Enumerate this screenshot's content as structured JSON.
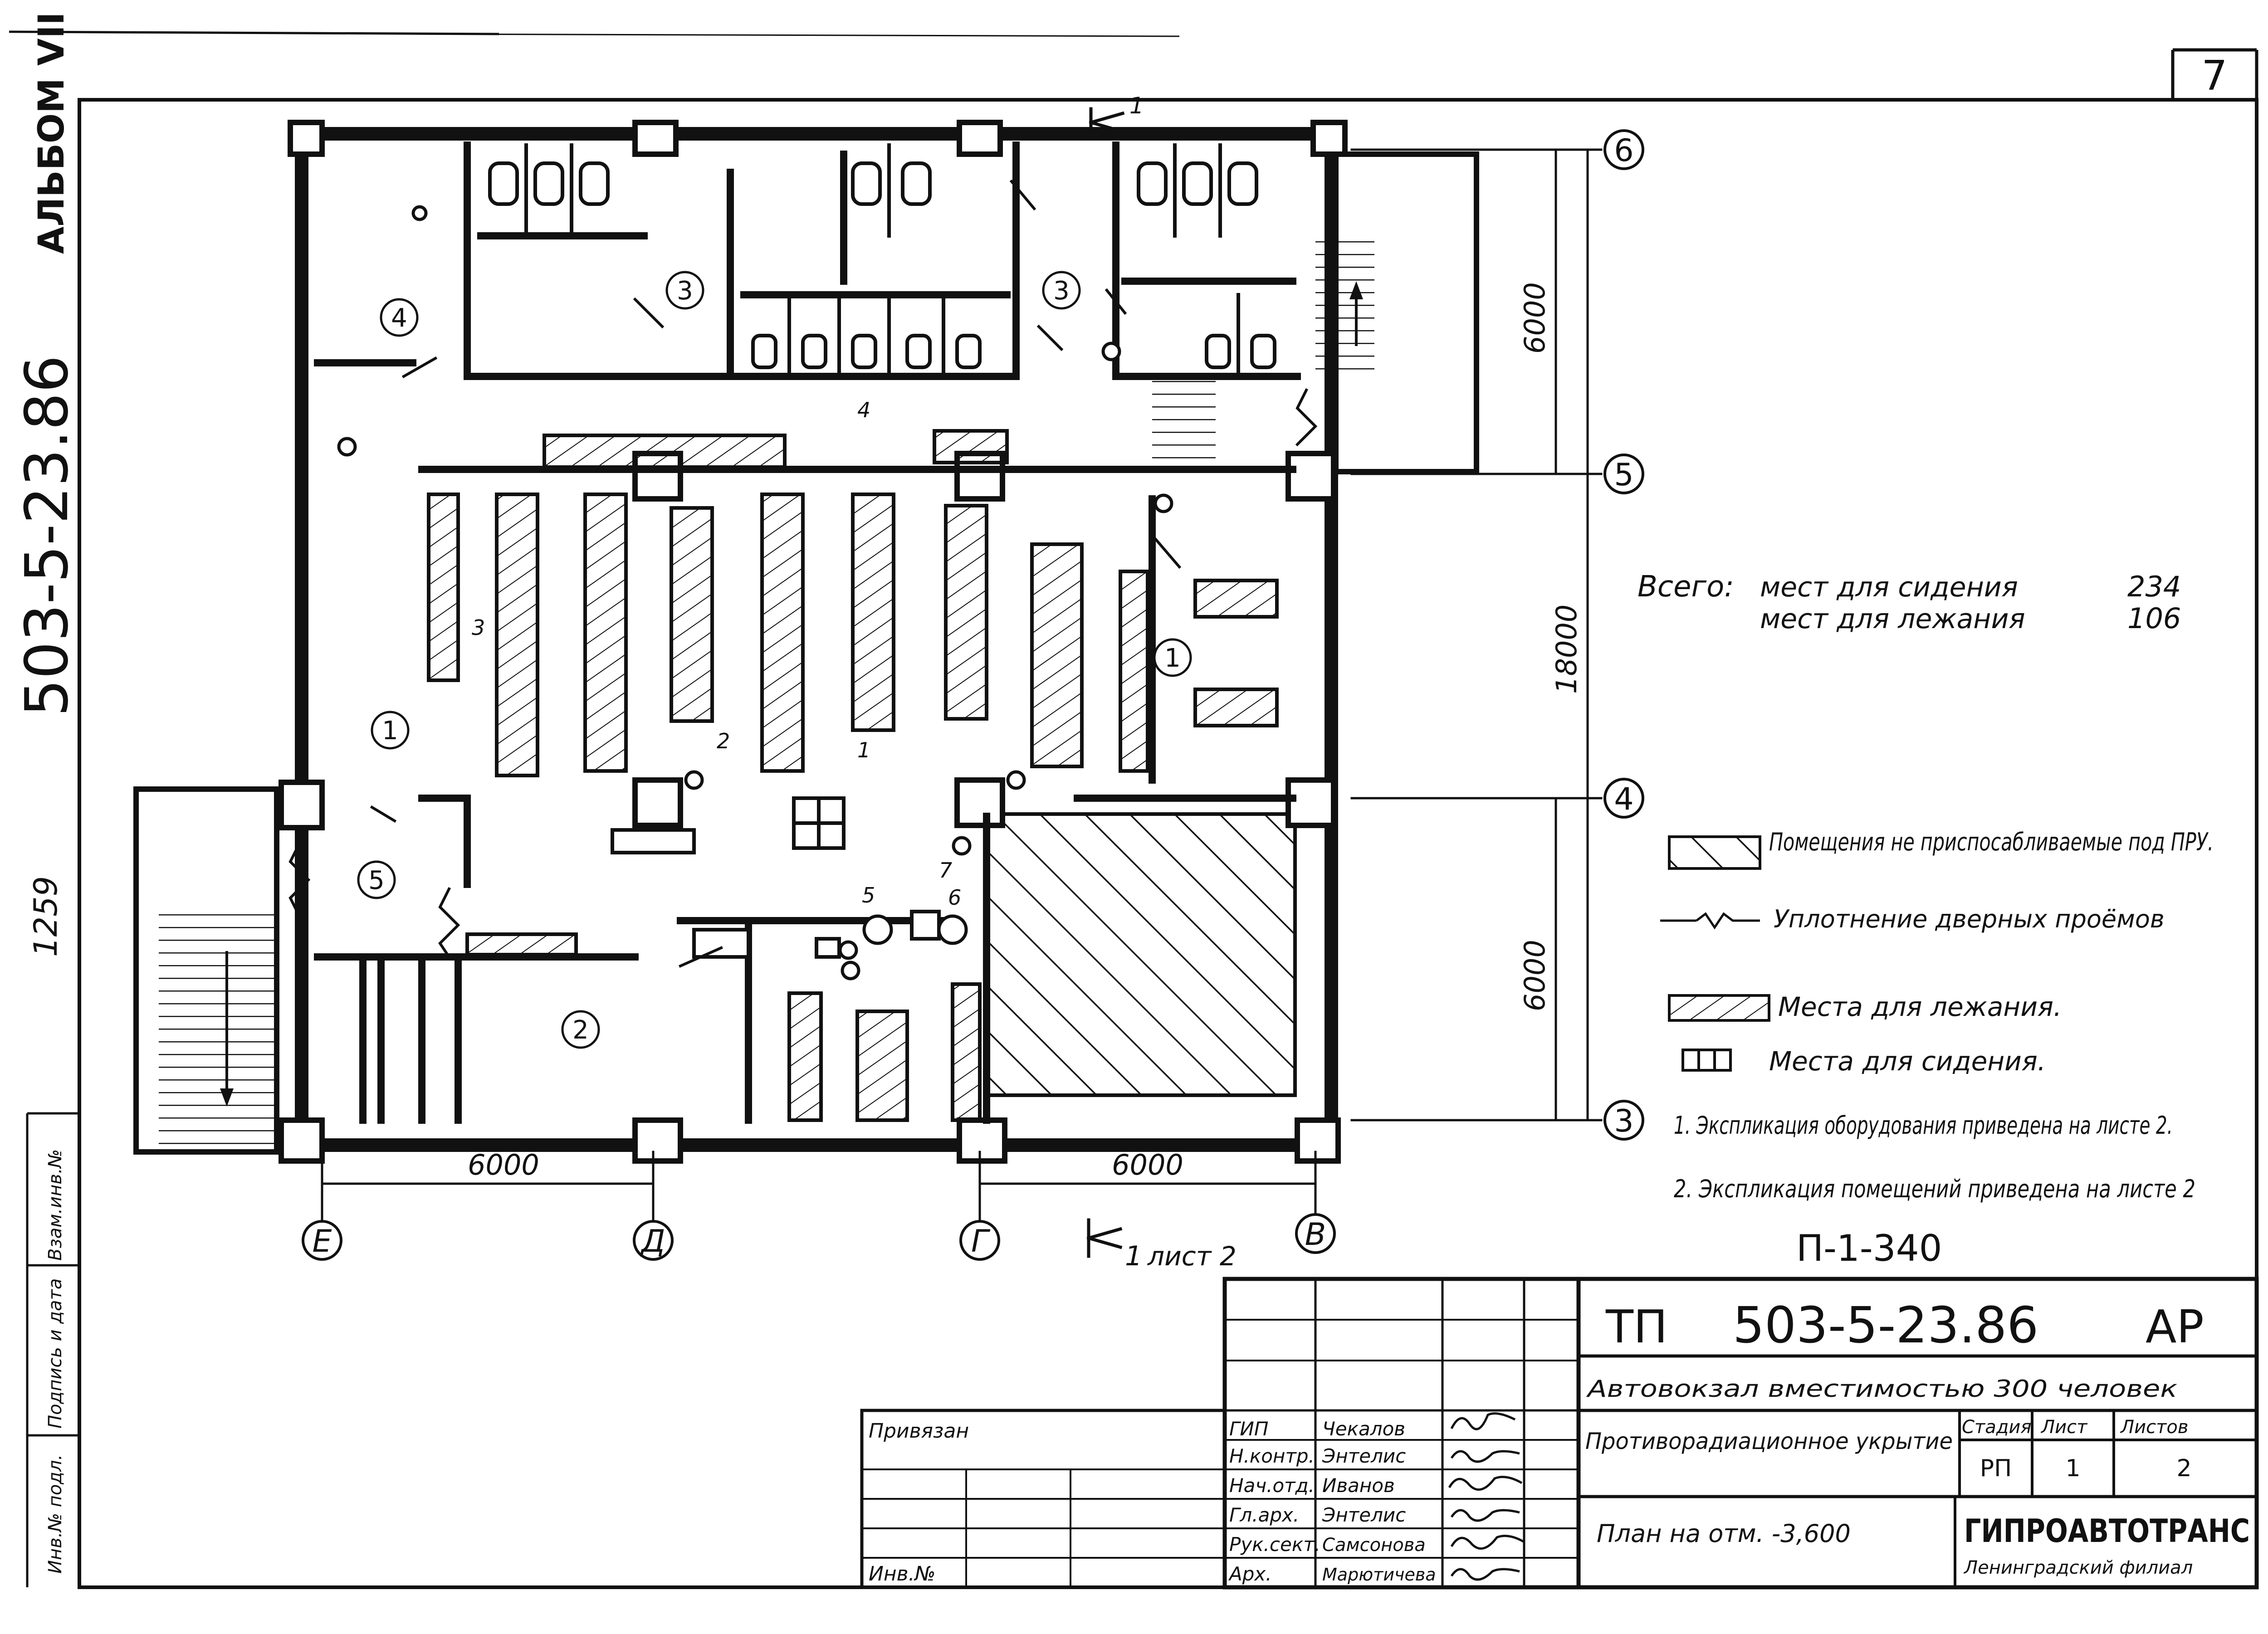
{
  "sheet": {
    "sheet_number": "7",
    "album": "АЛЬБОМ VII",
    "side_code": "503-5-23.86",
    "side_inv": "1259",
    "side_labels": [
      "Взам.инв.№",
      "Подпись и дата",
      "Инв.№ подл."
    ]
  },
  "plan": {
    "axes": {
      "horizontal": [
        "Е",
        "Д",
        "Г",
        "В"
      ],
      "vertical": [
        "6",
        "5",
        "4",
        "3"
      ]
    },
    "dims": {
      "bottom_left": "6000",
      "bottom_right": "6000",
      "right_top": "6000",
      "right_mid": "18000",
      "right_bottom": "6000"
    },
    "section_top": "1",
    "section_bottom": "1",
    "section_bottom_note": "лист 2",
    "room_numbers": [
      "1",
      "2",
      "3",
      "3",
      "4",
      "5",
      "1"
    ],
    "equipment_labels": [
      "1",
      "2",
      "3",
      "4",
      "5",
      "6",
      "7"
    ]
  },
  "totals": {
    "title": "Всего:",
    "rows": [
      {
        "label": "мест для сидения",
        "value": "234"
      },
      {
        "label": "мест для лежания",
        "value": "106"
      }
    ]
  },
  "legend": [
    {
      "symbol": "hatch",
      "text": "Помещения не приспосабливаемые под ПРУ."
    },
    {
      "symbol": "seal",
      "text": "Уплотнение дверных проёмов"
    },
    {
      "symbol": "lying",
      "text": "Места для лежания."
    },
    {
      "symbol": "seat",
      "text": "Места для сидения."
    }
  ],
  "notes": [
    "1. Экспликация оборудования приведена на листе 2.",
    "2. Экспликация помещений приведена на листе 2"
  ],
  "code_mark": "П-1-340",
  "title_block": {
    "doc_code_prefix": "ТП",
    "doc_code": "503-5-23.86",
    "doc_mark": "АР",
    "project": "Автовокзал вместимостью 300 человек",
    "drawing_title": "Противорадиационное укрытие",
    "sheet_title": "План на отм. -3,600",
    "stage_header": "Стадия",
    "sheet_header": "Лист",
    "sheets_header": "Листов",
    "stage": "РП",
    "sheet": "1",
    "sheets": "2",
    "org": "ГИПРОАВТОТРАНС",
    "org_branch": "Ленинградский филиал",
    "binding_label": "Привязан",
    "inv_label": "Инв.№",
    "staff": [
      {
        "role": "ГИП",
        "name": "Чекалов"
      },
      {
        "role": "Н.контр.",
        "name": "Энтелис"
      },
      {
        "role": "Нач.отд.",
        "name": "Иванов"
      },
      {
        "role": "Гл.арх.",
        "name": "Энтелис"
      },
      {
        "role": "Рук.сект.",
        "name": "Самсонова"
      },
      {
        "role": "Арх.",
        "name": "Марютичева"
      }
    ]
  }
}
